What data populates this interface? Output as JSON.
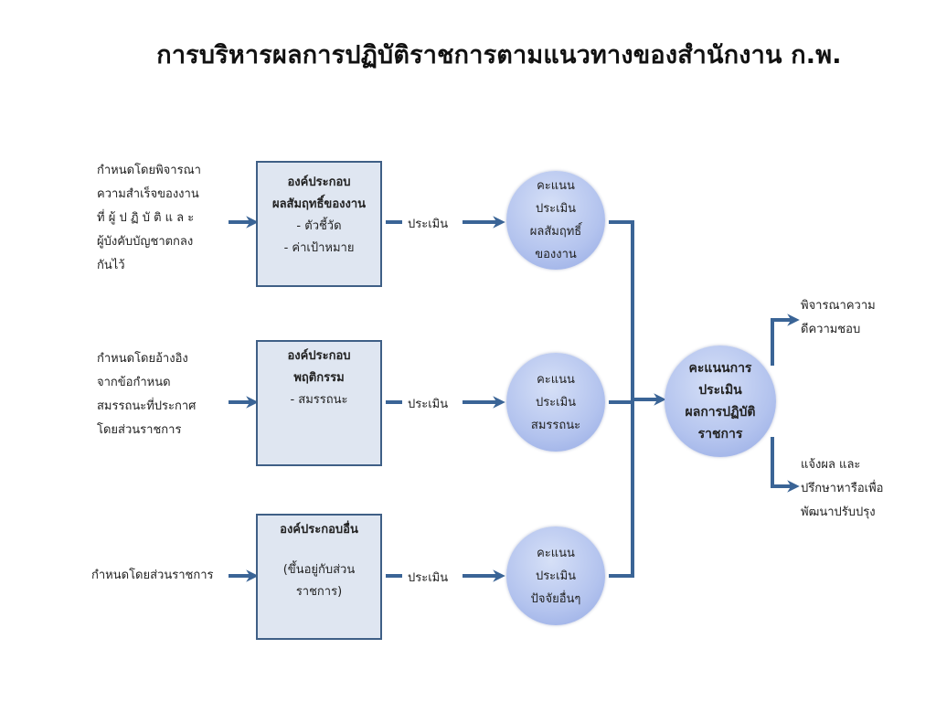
{
  "title": "การบริหารผลการปฏิบัติราชการตามแนวทางของสำนักงาน ก.พ.",
  "rows": [
    {
      "left_lines": [
        "กำหนดโดยพิจารณา",
        "ความสำเร็จของงาน",
        "ที่ ผู้ ป ฏิ บั ติ แ ล ะ",
        "ผู้บังคับบัญชาตกลง",
        "กันไว้"
      ],
      "box_heading": [
        "องค์ประกอบ",
        "ผลสัมฤทธิ์ของงาน"
      ],
      "box_items": [
        "- ตัวชี้วัด",
        "- ค่าเป้าหมาย"
      ],
      "eval_label": "ประเมิน",
      "circle_lines": [
        "คะแนน",
        "ประเมิน",
        "ผลสัมฤทธิ์",
        "ของงาน"
      ]
    },
    {
      "left_lines": [
        "กำหนดโดยอ้างอิง",
        "จากข้อกำหนด",
        "สมรรถนะที่ประกาศ",
        "โดยส่วนราชการ"
      ],
      "box_heading": [
        "องค์ประกอบ",
        "พฤติกรรม"
      ],
      "box_items": [
        "- สมรรถนะ"
      ],
      "eval_label": "ประเมิน",
      "circle_lines": [
        "คะแนน",
        "ประเมิน",
        "สมรรถนะ"
      ]
    },
    {
      "left_lines": [
        "กำหนดโดยส่วนราชการ"
      ],
      "box_heading": [
        "องค์ประกอบอื่น"
      ],
      "box_items": [
        "",
        "(ขึ้นอยู่กับส่วน",
        "ราชการ)"
      ],
      "eval_label": "ประเมิน",
      "circle_lines": [
        "คะแนน",
        "ประเมิน",
        "ปัจจัยอื่นๆ"
      ]
    }
  ],
  "result_circle_lines": [
    "คะแนนการ",
    "ประเมิน",
    "ผลการปฏิบัติ",
    "ราชการ"
  ],
  "outcomes": [
    [
      "พิจารณาความ",
      "ดีความชอบ"
    ],
    [
      "แจ้งผล และ",
      "ปรึกษาหารือเพื่อ",
      "พัฒนาปรับปรุง"
    ]
  ],
  "colors": {
    "arrow": "#3a6496",
    "box_fill": "#dfe6f1",
    "box_border": "#3f5f86",
    "circle": "#b3c3ee"
  }
}
